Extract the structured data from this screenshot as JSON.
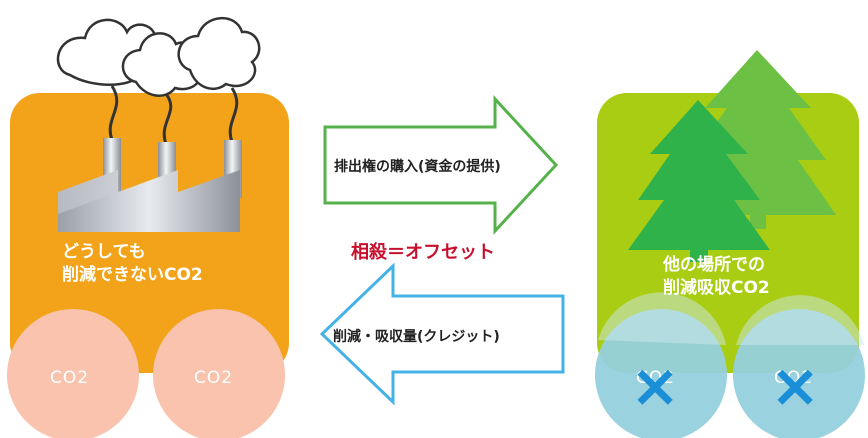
{
  "left_panel": {
    "line1": "どうしても",
    "line2": "削減できないCO2",
    "circles": [
      "CO2",
      "CO2"
    ]
  },
  "right_panel": {
    "line1": "他の場所での",
    "line2": "削減吸収CO2",
    "circles": [
      "CO2",
      "CO2"
    ],
    "mark": "×"
  },
  "arrow_right": {
    "label": "排出権の購入(資金の提供)"
  },
  "arrow_left": {
    "label": "削減・吸収量(クレジット)"
  },
  "center": {
    "label": "相殺＝オフセット"
  },
  "colors": {
    "left_panel": "#f3a31a",
    "left_circle": "#f9c3ad",
    "right_panel": "#a9cd12",
    "right_circle": "#96d0dd",
    "tree_dark": "#2fb24a",
    "tree_light": "#6cc043",
    "arrow_right_stroke": "#55b24a",
    "arrow_left_stroke": "#45b2e6",
    "offset_text": "#c8102e",
    "x_mark": "#1a8fd8"
  }
}
